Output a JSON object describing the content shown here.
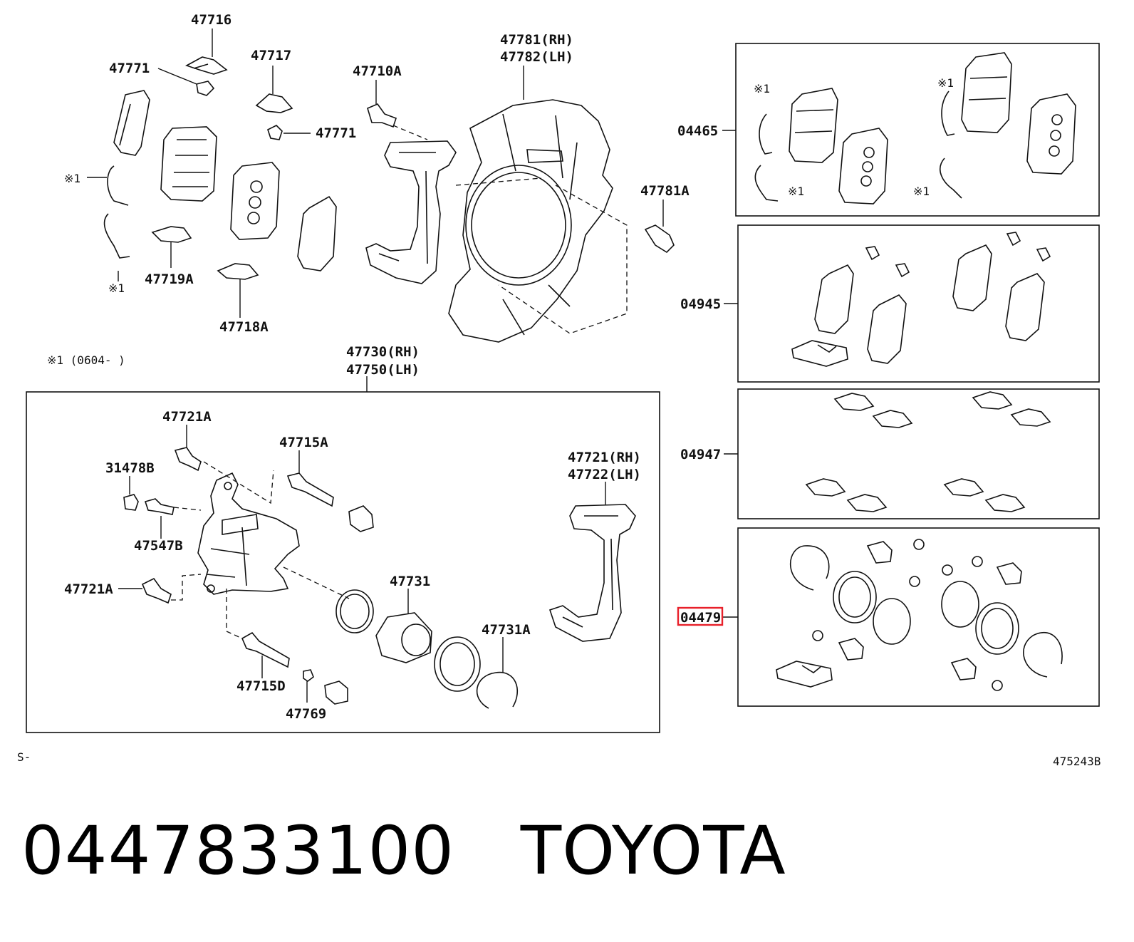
{
  "diagram": {
    "callouts": {
      "p47716": "47716",
      "p47771a": "47771",
      "p47717": "47717",
      "p47771b": "47771",
      "p47710A": "47710A",
      "p47781rh": "47781(RH)",
      "p47782lh": "47782(LH)",
      "p47781A": "47781A",
      "p47719A": "47719A",
      "p47718A": "47718A",
      "note_ref_1": "※1",
      "note_ref_2": "※1",
      "note_legend": "※1 (0604-     )",
      "p47730rh": "47730(RH)",
      "p47750lh": "47750(LH)",
      "p47721A_top": "47721A",
      "p47715A": "47715A",
      "p31478B": "31478B",
      "p47547B": "47547B",
      "p47721A_mid": "47721A",
      "p47721rh": "47721(RH)",
      "p47722lh": "47722(LH)",
      "p47731": "47731",
      "p47731A": "47731A",
      "p47715D": "47715D",
      "p47769": "47769",
      "k04465": "04465",
      "k04465_n1": "※1",
      "k04465_n2": "※1",
      "k04465_n3": "※1",
      "k04465_n4": "※1",
      "k04945": "04945",
      "k04947": "04947",
      "k04479": "04479"
    },
    "footer_left_code": "S-",
    "footer_right_code": "475243B"
  },
  "product": {
    "part_number": "0447833100",
    "brand": "TOYOTA"
  },
  "colors": {
    "highlight": "#e8202a",
    "line": "#111111"
  }
}
